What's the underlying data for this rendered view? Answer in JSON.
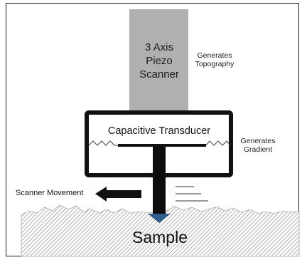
{
  "diagram": {
    "scanner_lines": [
      "3 Axis",
      "Piezo",
      "Scanner"
    ],
    "topography_note_lines": [
      "Generates",
      "Topography"
    ],
    "transducer_label": "Capacitive Transducer",
    "gradient_note_lines": [
      "Generates",
      "Gradient"
    ],
    "movement_label": "Scanner Movement",
    "sample_label": "Sample"
  },
  "colors": {
    "scanner_fill": "#b0b0b0",
    "frame_stroke": "#111111",
    "probe_fill": "#0d0d0d",
    "probe_tip": "#2f5e8e",
    "sample_hatch": "#9a9a9a",
    "arrow_fill": "#111111",
    "text": "#222222"
  }
}
